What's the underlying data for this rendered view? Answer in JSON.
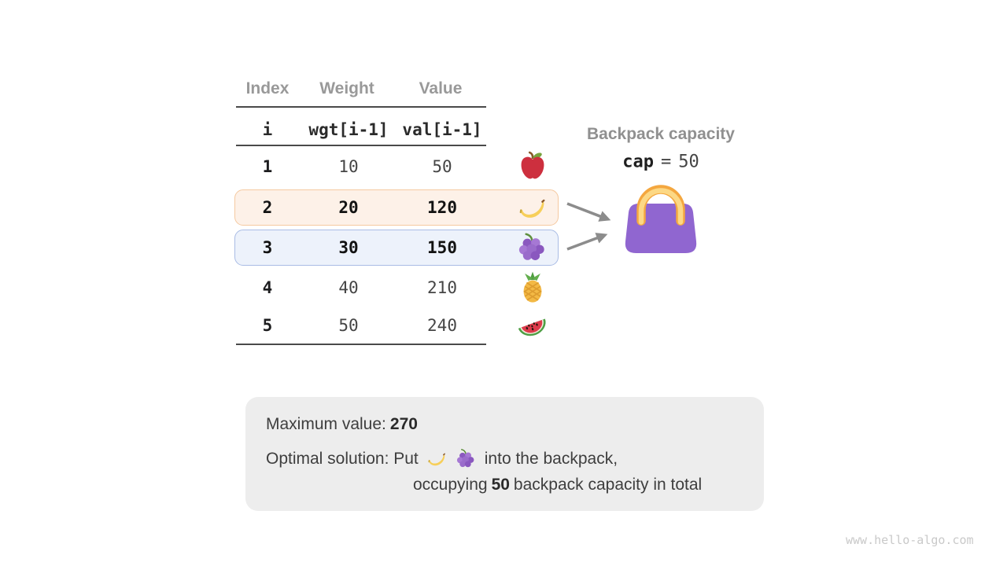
{
  "table": {
    "headers": {
      "index": "Index",
      "weight": "Weight",
      "value": "Value"
    },
    "subheaders": {
      "index": "i",
      "weight": "wgt[i-1]",
      "value": "val[i-1]"
    },
    "rows": [
      {
        "index": "1",
        "weight": "10",
        "value": "50",
        "fruit": "apple"
      },
      {
        "index": "2",
        "weight": "20",
        "value": "120",
        "fruit": "banana"
      },
      {
        "index": "3",
        "weight": "30",
        "value": "150",
        "fruit": "grapes"
      },
      {
        "index": "4",
        "weight": "40",
        "value": "210",
        "fruit": "pineapple"
      },
      {
        "index": "5",
        "weight": "50",
        "value": "240",
        "fruit": "watermelon"
      }
    ]
  },
  "capacity": {
    "title": "Backpack capacity",
    "var": "cap",
    "eq": "=",
    "value": "50"
  },
  "summary": {
    "max_label": "Maximum value:",
    "max_value": "270",
    "opt_prefix": "Optimal solution: Put",
    "opt_items": [
      "banana",
      "grapes"
    ],
    "opt_suffix": "into the backpack,",
    "occupy_prefix": "occupying",
    "occupy_value": "50",
    "occupy_suffix": "backpack capacity in total"
  },
  "watermark": "www.hello-algo.com",
  "colors": {
    "highlight_orange_bg": "#fdf1e8",
    "highlight_orange_border": "#f5c9a0",
    "highlight_blue_bg": "#edf2fb",
    "highlight_blue_border": "#a9bce5",
    "bag_body": "#9066d0",
    "bag_handle_outer": "#f4a73f",
    "bag_handle_inner": "#fcd885",
    "arrow": "#8c8c8c",
    "header_gray": "#999999",
    "summary_box_bg": "#ededed"
  }
}
